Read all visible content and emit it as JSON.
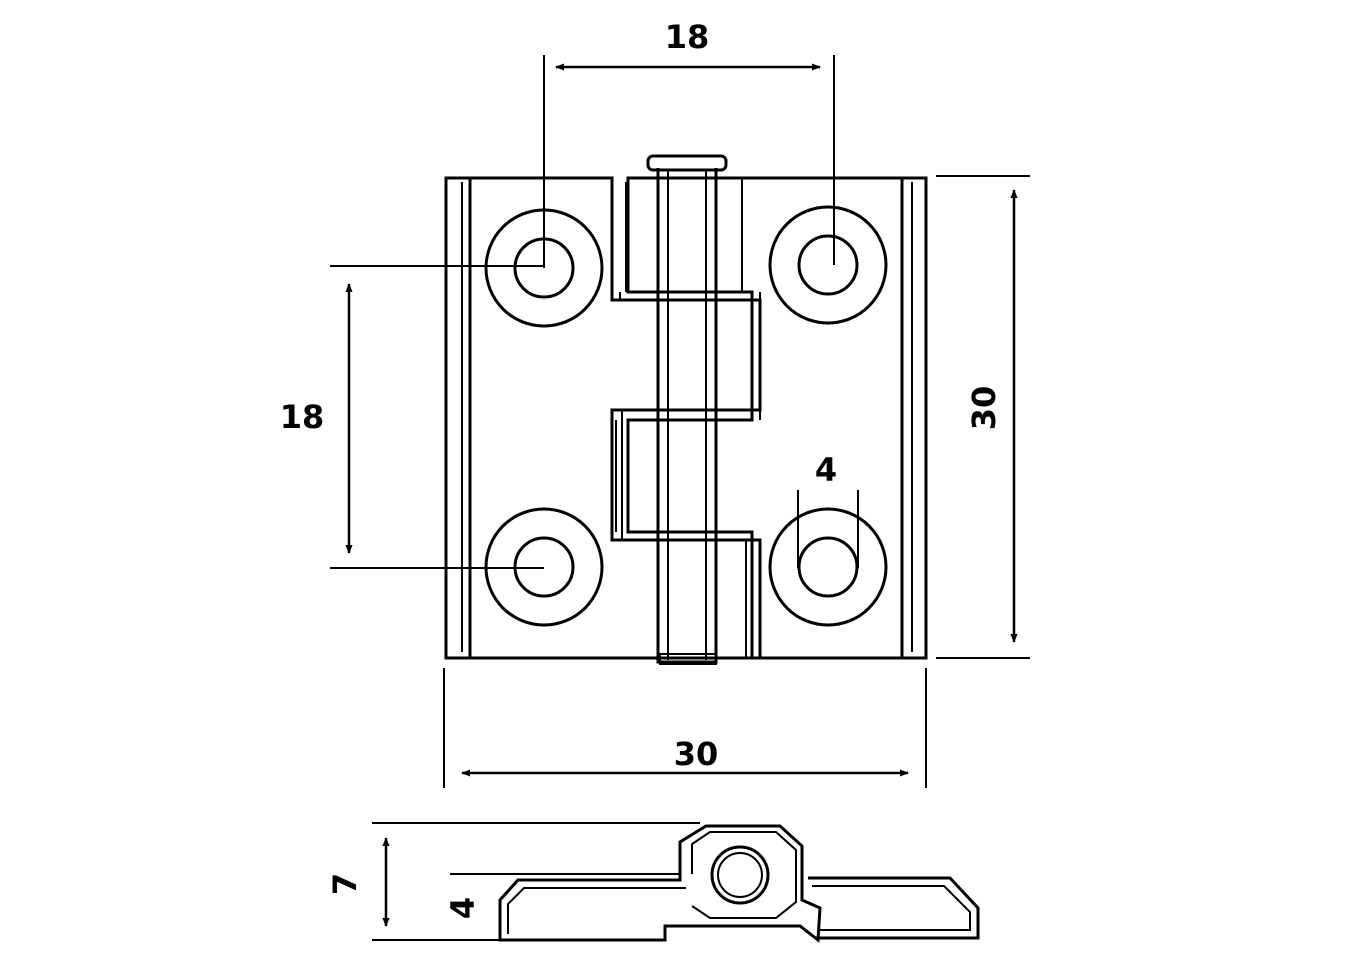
{
  "dimensions": {
    "hole_spacing_horizontal": "18",
    "hole_spacing_vertical": "18",
    "overall_height": "30",
    "overall_width": "30",
    "hole_diameter": "4",
    "side_thickness": "7",
    "side_leaf_height": "4"
  },
  "colors": {
    "line": "#000000",
    "background": "#ffffff"
  }
}
